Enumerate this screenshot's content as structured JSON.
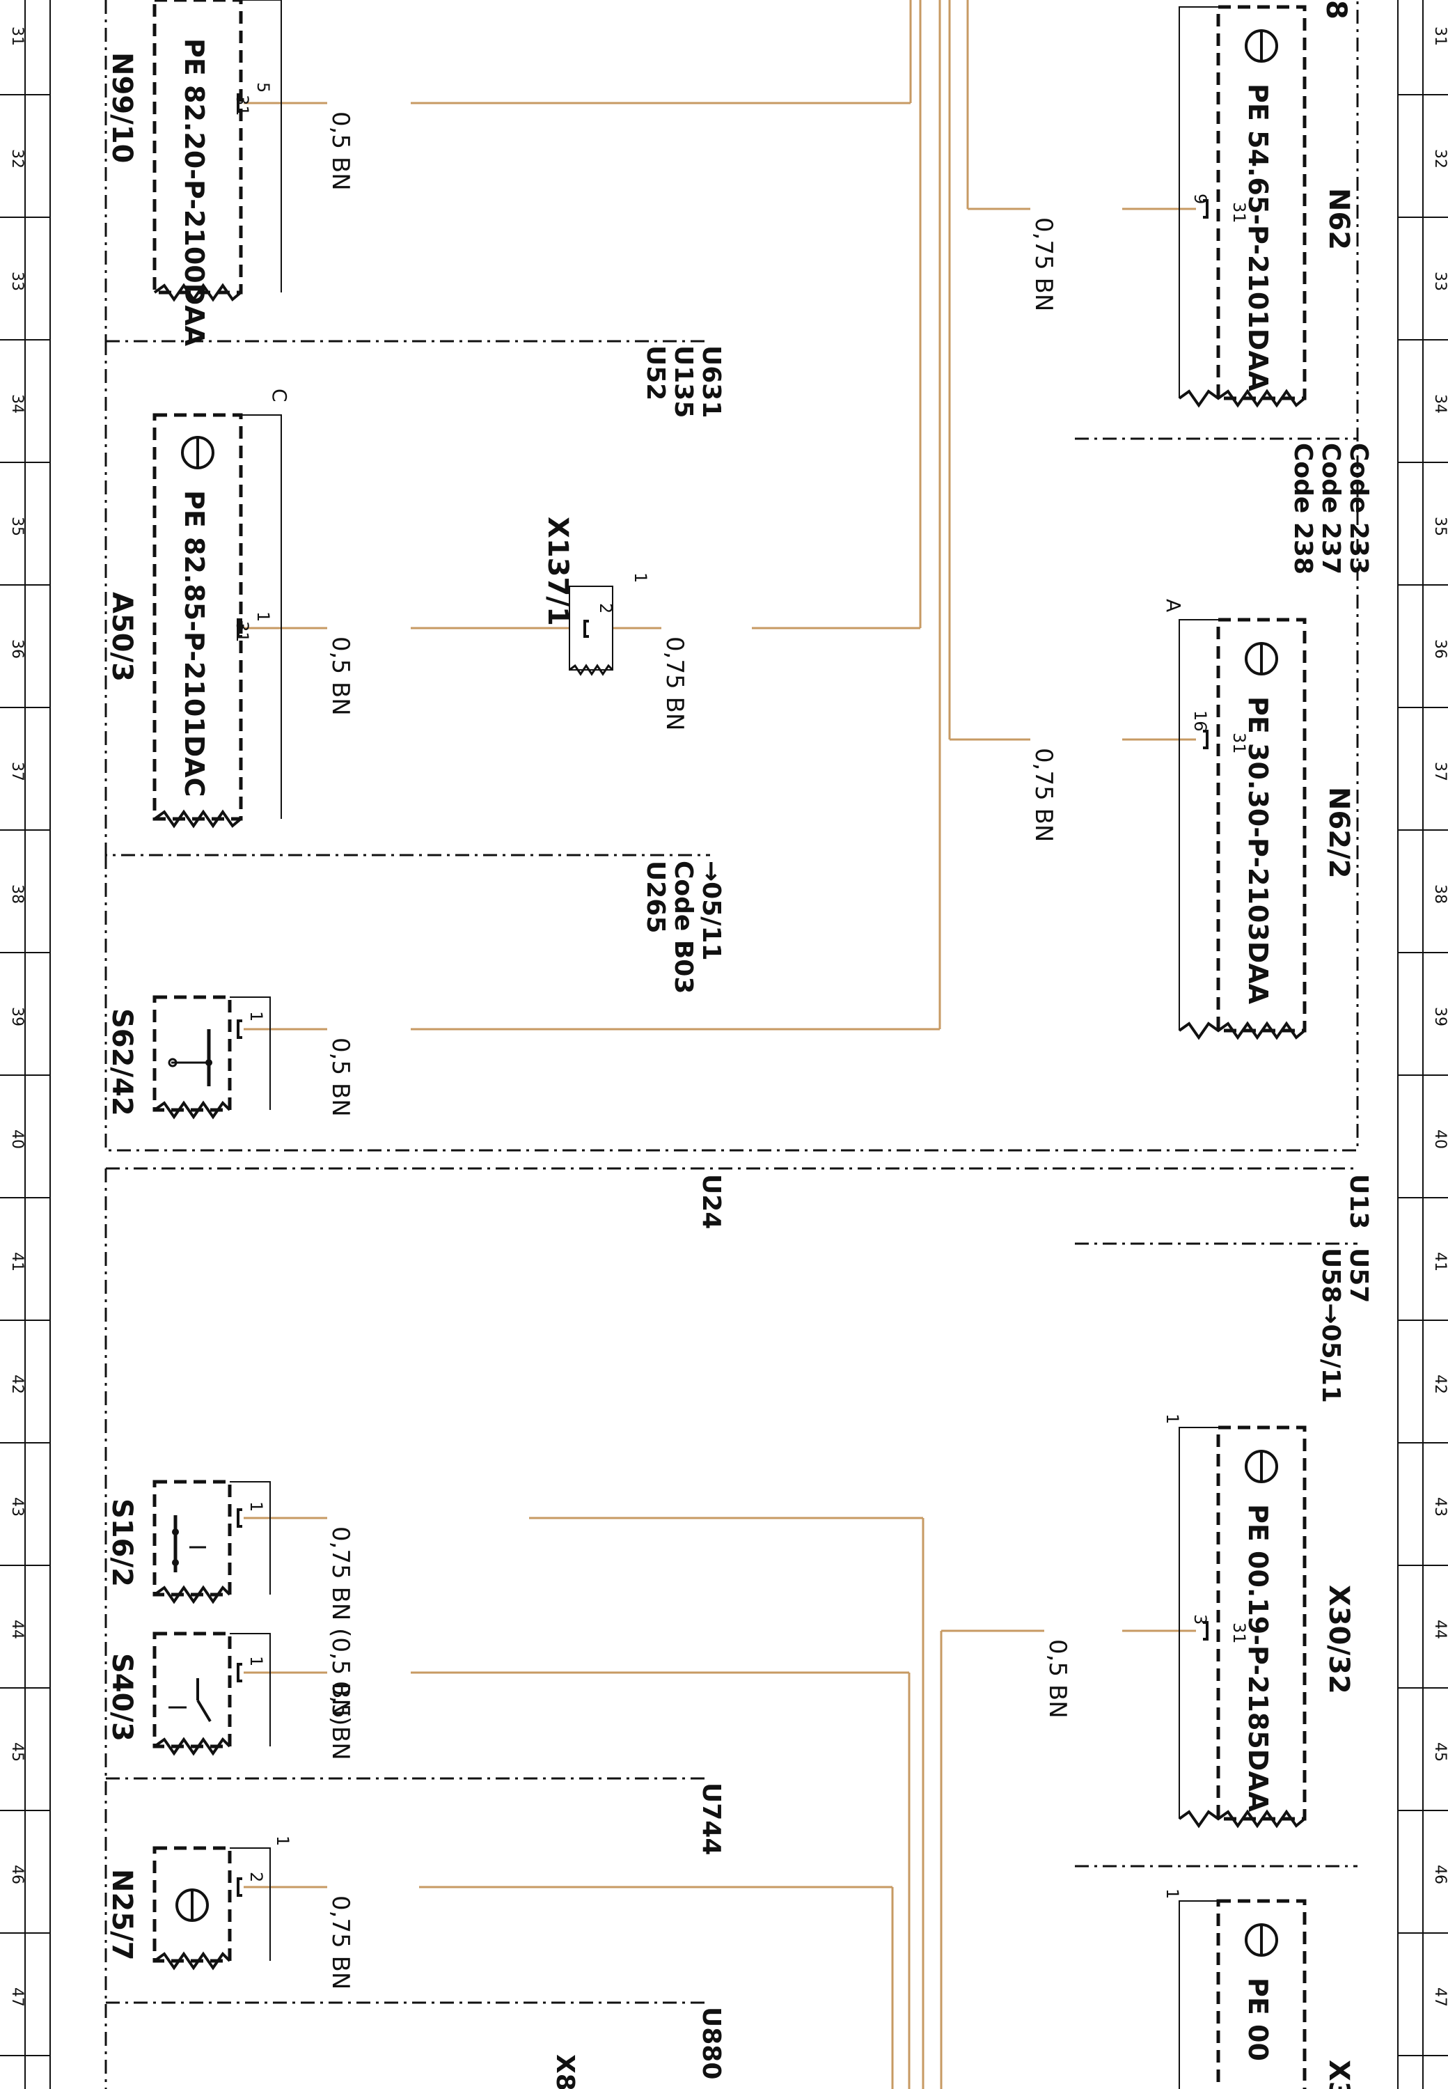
{
  "rulers": {
    "rows": [
      "31",
      "32",
      "33",
      "34",
      "35",
      "36",
      "37",
      "38",
      "39",
      "40",
      "41",
      "42",
      "43",
      "44",
      "45",
      "46",
      "47"
    ]
  },
  "colors": {
    "wire": "#c79a63",
    "frame": "#111111",
    "ink": "#111111"
  },
  "wire_labels": {
    "n99_10": "0,5 BN",
    "n62": "0,75 BN",
    "a50_3_left": "0,5 BN",
    "a50_3_right": "0,75 BN",
    "n62_2": "0,75 BN",
    "s62_42": "0,5 BN",
    "s16_2": "0,75 BN (0,5 BN)",
    "x30_32": "0,5 BN",
    "s40_3": "0,5 BN",
    "n25_7": "0,75 BN"
  },
  "components": {
    "n99_10": {
      "id": "N99/10",
      "ground": "PE 82.20-P-2100DAA",
      "pin": "5",
      "ground_pin": "31"
    },
    "n62": {
      "id": "N62",
      "ground": "PE 54.65-P-2101DAA",
      "pin": "9",
      "ground_pin": "31",
      "top_label": "8"
    },
    "a50_3": {
      "id": "A50/3",
      "ground": "PE 82.85-P-2101DAC",
      "pin": "1",
      "ground_pin": "31",
      "connector": "C"
    },
    "x137_1": {
      "id": "X137/1",
      "pin_a": "1",
      "pin_b": "2"
    },
    "n62_2": {
      "id": "N62/2",
      "ground": "PE 30.30-P-2103DAA",
      "pin": "16",
      "ground_pin": "31",
      "connector": "A"
    },
    "s62_42": {
      "id": "S62/42",
      "pin": "1"
    },
    "s16_2": {
      "id": "S16/2",
      "pin": "1"
    },
    "s40_3": {
      "id": "S40/3",
      "pin": "1"
    },
    "n25_7": {
      "id": "N25/7",
      "pin": "2",
      "connector": "1"
    },
    "x30_32": {
      "id": "X30/32",
      "ground": "PE 00.19-P-2185DAA",
      "pin": "3",
      "ground_pin": "31",
      "connector": "1"
    },
    "x3x": {
      "id": "X3",
      "ground": "PE 00",
      "connector": "1"
    }
  },
  "variant_labels": {
    "u631": "U631",
    "u135": "U135",
    "u52": "U52",
    "arrow_0511": "→05/11",
    "code_b03": "Code B03",
    "u265": "U265",
    "code_233": "Code 233",
    "code_237": "Code 237",
    "code_238": "Code 238",
    "u24": "U24",
    "u13": "U13",
    "u57": "U57",
    "u58": "U58→05/11",
    "u744": "U744",
    "u880": "U880",
    "x8_partial": "X8"
  }
}
